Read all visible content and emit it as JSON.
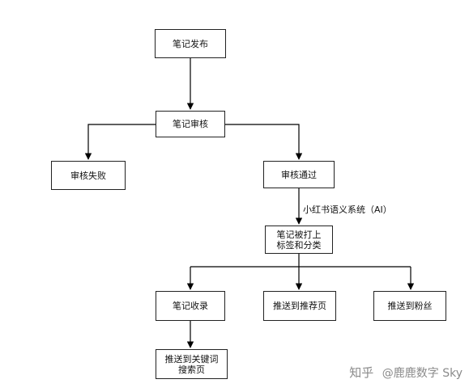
{
  "nodes": {
    "publish": "笔记发布",
    "review": "笔记审核",
    "fail": "审核失败",
    "pass": "审核通过",
    "tagged": "笔记被打上\n标签和分类",
    "indexed": "笔记收录",
    "recommend": "推送到推荐页",
    "fans": "推送到粉丝",
    "keyword": "推送到关键词\n搜索页"
  },
  "edge_label": "小红书语义系统（AI）",
  "watermark": {
    "site": "知乎",
    "author": "@鹿鹿数字 Sky"
  },
  "colors": {
    "stroke": "#000000",
    "watermark": "#8a8a8a"
  }
}
